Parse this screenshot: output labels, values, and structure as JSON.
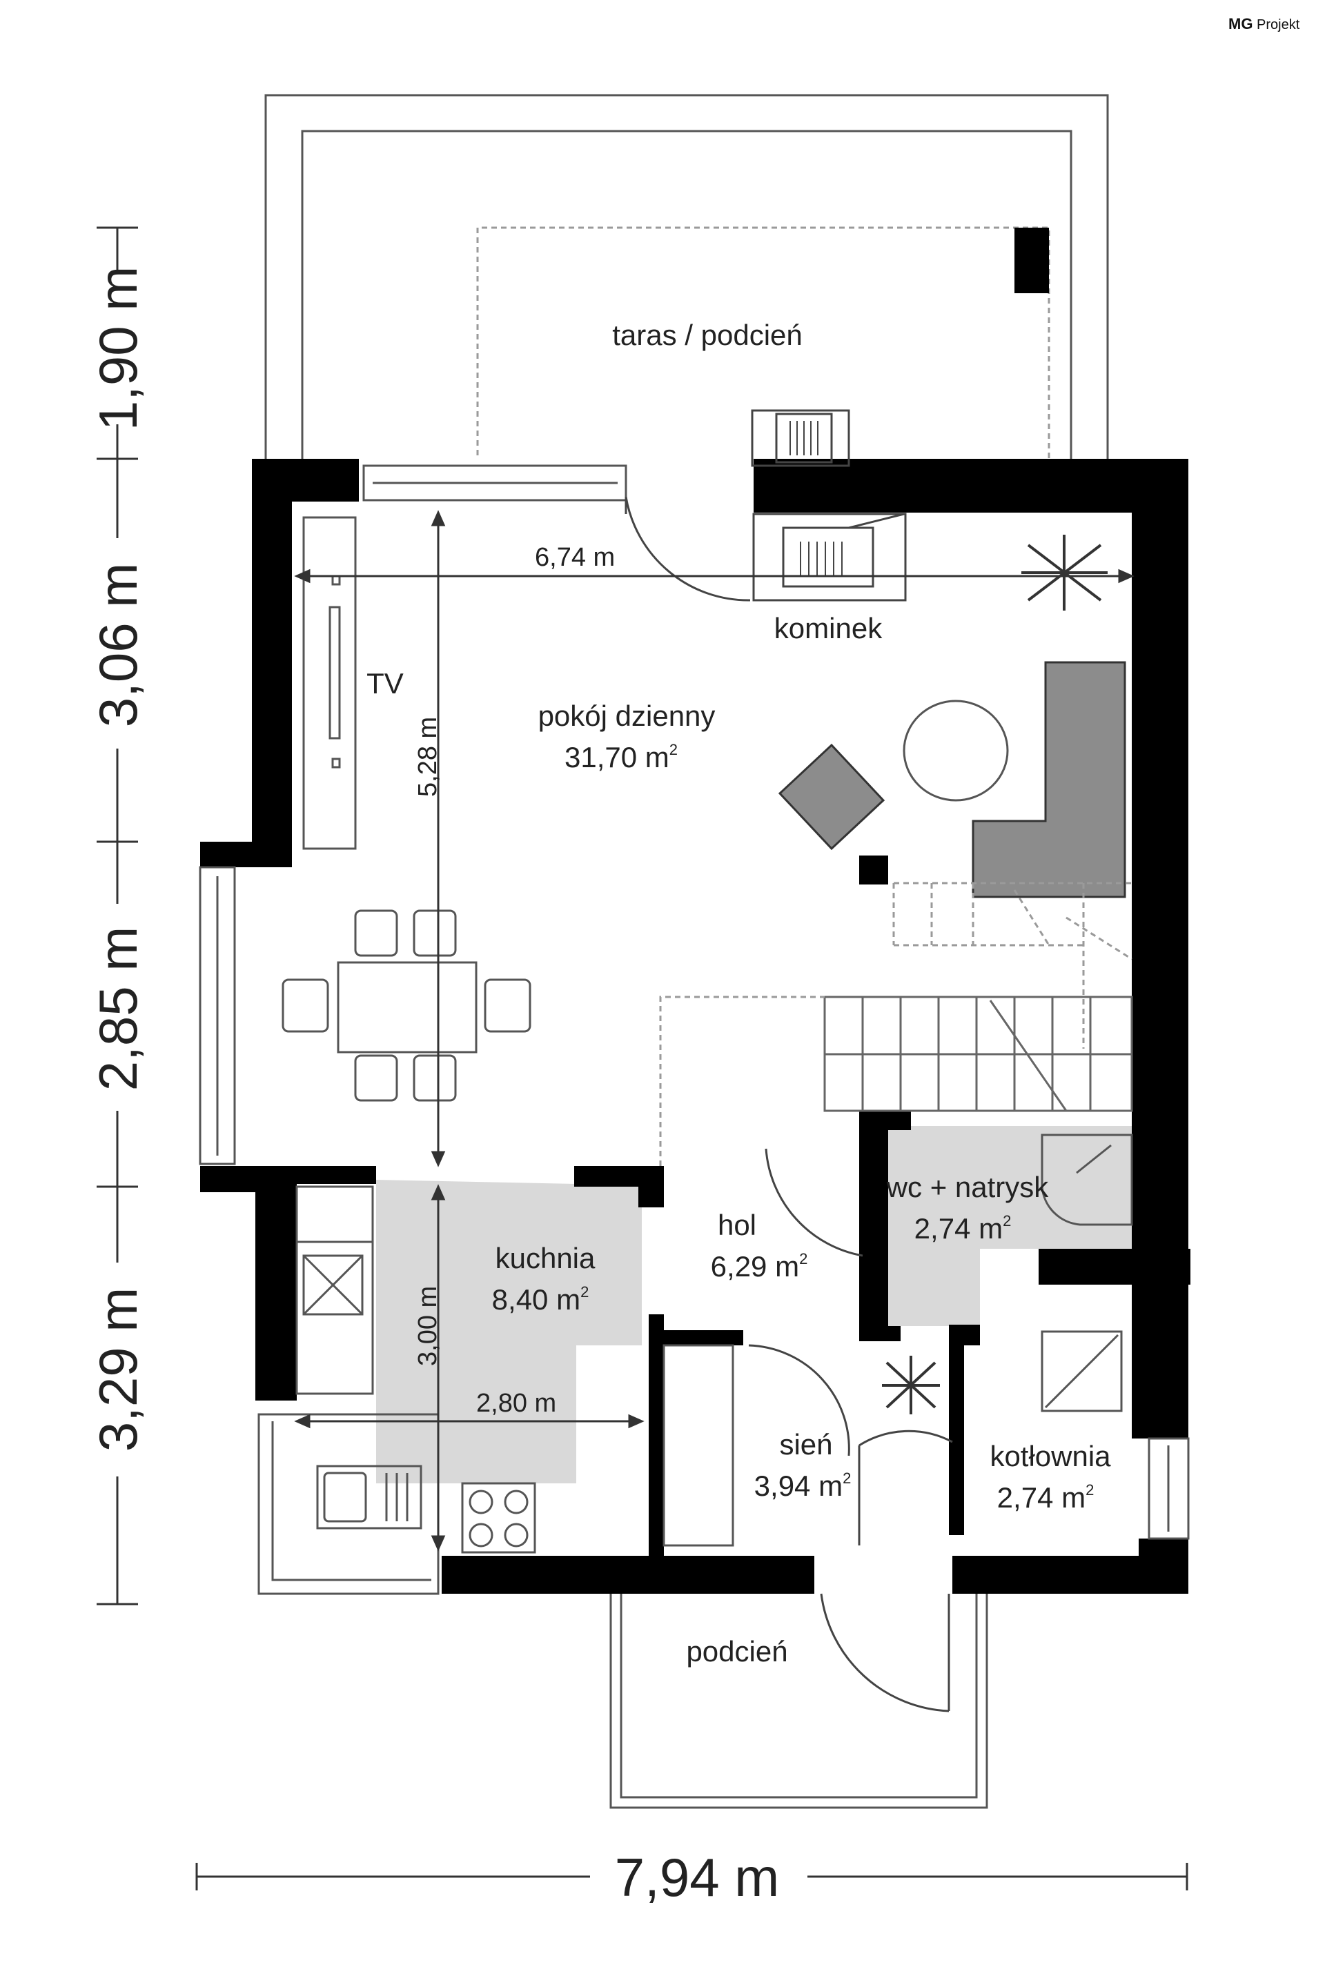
{
  "brand": {
    "logo": "MG",
    "name": "Projekt"
  },
  "colors": {
    "wall": "#000000",
    "floor_tile": "#d9d9d9",
    "sofa": "#8c8c8c",
    "dash": "#9a9a9a"
  },
  "rooms": {
    "terrace": {
      "name": "taras / podcień"
    },
    "fireplace": {
      "name": "kominek"
    },
    "tv": {
      "name": "TV"
    },
    "living": {
      "name": "pokój dzienny",
      "area": "31,70 m",
      "unit_sup": "2"
    },
    "kitchen": {
      "name": "kuchnia",
      "area": "8,40 m",
      "unit_sup": "2"
    },
    "hall": {
      "name": "hol",
      "area": "6,29 m",
      "unit_sup": "2"
    },
    "wc": {
      "name": "wc + natrysk",
      "area": "2,74 m",
      "unit_sup": "2"
    },
    "vestibule": {
      "name": "sień",
      "area": "3,94 m",
      "unit_sup": "2"
    },
    "boiler": {
      "name": "kotłownia",
      "area": "2,74 m",
      "unit_sup": "2"
    },
    "porch": {
      "name": "podcień"
    }
  },
  "dimensions": {
    "living_width": "6,74 m",
    "living_depth": "5,28 m",
    "kitchen_width": "2,80 m",
    "kitchen_depth": "3,00 m",
    "total_width": "7,94 m",
    "left": [
      "1,90 m",
      "3,06 m",
      "2,85 m",
      "3,29 m"
    ]
  }
}
